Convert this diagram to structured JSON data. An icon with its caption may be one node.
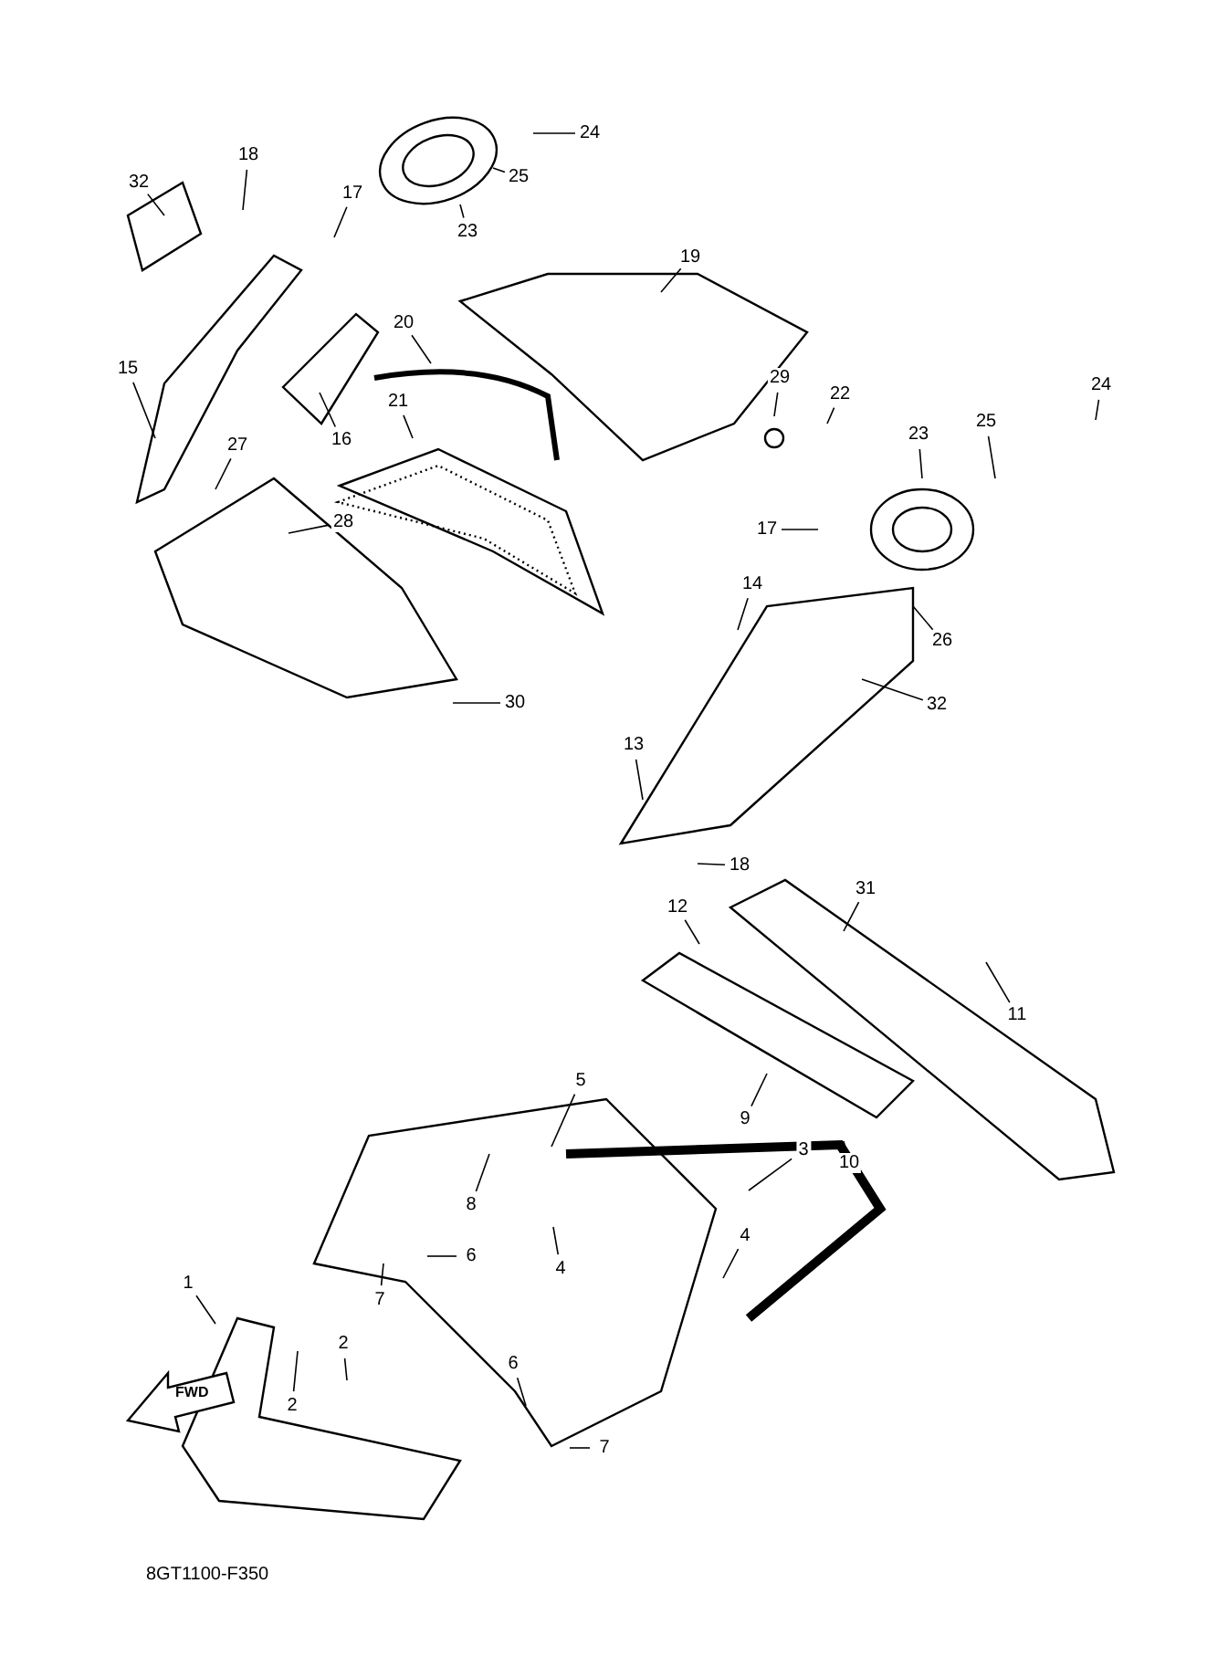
{
  "diagram": {
    "nodes": [
      {
        "text": [
          "24"
        ]
      },
      {
        "text": [
          "18"
        ]
      },
      {
        "text": [
          "25"
        ]
      },
      {
        "text": [
          "32"
        ]
      },
      {
        "text": [
          "17"
        ]
      },
      {
        "text": [
          "23"
        ]
      },
      {
        "text": [
          "19"
        ]
      },
      {
        "text": [
          "20"
        ]
      },
      {
        "text": [
          "15"
        ]
      },
      {
        "text": [
          "29"
        ]
      },
      {
        "text": [
          "24"
        ]
      },
      {
        "text": [
          "22"
        ]
      },
      {
        "text": [
          "21"
        ]
      },
      {
        "text": [
          "25"
        ]
      },
      {
        "text": [
          "23"
        ]
      },
      {
        "text": [
          "16"
        ]
      },
      {
        "text": [
          "27"
        ]
      },
      {
        "text": [
          "28"
        ]
      },
      {
        "text": [
          "17"
        ]
      },
      {
        "text": [
          "14"
        ]
      },
      {
        "text": [
          "26"
        ]
      },
      {
        "text": [
          "30"
        ]
      },
      {
        "text": [
          "32"
        ]
      },
      {
        "text": [
          "13"
        ]
      },
      {
        "text": [
          "18"
        ]
      },
      {
        "text": [
          "31"
        ]
      },
      {
        "text": [
          "12"
        ]
      },
      {
        "text": [
          "11"
        ]
      },
      {
        "text": [
          "5"
        ]
      },
      {
        "text": [
          "9"
        ]
      },
      {
        "text": [
          "3"
        ]
      },
      {
        "text": [
          "10"
        ]
      },
      {
        "text": [
          "8"
        ]
      },
      {
        "text": [
          "6"
        ]
      },
      {
        "text": [
          "4"
        ]
      },
      {
        "text": [
          "4"
        ]
      },
      {
        "text": [
          "1"
        ]
      },
      {
        "text": [
          "7"
        ]
      },
      {
        "text": [
          "2"
        ]
      },
      {
        "text": [
          "6"
        ]
      },
      {
        "text": [
          "2"
        ]
      },
      {
        "text": [
          "7"
        ]
      }
    ],
    "edges": [
      {
        "from": 0,
        "to": null,
        "arrow": "none"
      },
      {
        "from": 1,
        "to": null,
        "arrow": "none"
      },
      {
        "from": 2,
        "to": null,
        "arrow": "none"
      },
      {
        "from": 3,
        "to": null,
        "arrow": "none"
      },
      {
        "from": 4,
        "to": null,
        "arrow": "none"
      },
      {
        "from": 5,
        "to": null,
        "arrow": "none"
      },
      {
        "from": 6,
        "to": null,
        "arrow": "none"
      },
      {
        "from": 7,
        "to": null,
        "arrow": "none"
      },
      {
        "from": 8,
        "to": null,
        "arrow": "none"
      },
      {
        "from": 9,
        "to": null,
        "arrow": "none"
      },
      {
        "from": 10,
        "to": null,
        "arrow": "none"
      },
      {
        "from": 11,
        "to": null,
        "arrow": "none"
      },
      {
        "from": 12,
        "to": null,
        "arrow": "none"
      },
      {
        "from": 13,
        "to": null,
        "arrow": "none"
      },
      {
        "from": 14,
        "to": null,
        "arrow": "none"
      },
      {
        "from": 15,
        "to": null,
        "arrow": "none"
      },
      {
        "from": 16,
        "to": null,
        "arrow": "none"
      },
      {
        "from": 17,
        "to": null,
        "arrow": "none"
      },
      {
        "from": 18,
        "to": null,
        "arrow": "none"
      },
      {
        "from": 19,
        "to": null,
        "arrow": "none"
      },
      {
        "from": 20,
        "to": null,
        "arrow": "none"
      },
      {
        "from": 21,
        "to": null,
        "arrow": "none"
      },
      {
        "from": 22,
        "to": null,
        "arrow": "none"
      },
      {
        "from": 23,
        "to": null,
        "arrow": "none"
      },
      {
        "from": 24,
        "to": null,
        "arrow": "none"
      },
      {
        "from": 25,
        "to": null,
        "arrow": "none"
      },
      {
        "from": 26,
        "to": null,
        "arrow": "none"
      },
      {
        "from": 27,
        "to": null,
        "arrow": "none"
      },
      {
        "from": 28,
        "to": null,
        "arrow": "none"
      },
      {
        "from": 29,
        "to": null,
        "arrow": "none"
      },
      {
        "from": 30,
        "to": null,
        "arrow": "none"
      },
      {
        "from": 31,
        "to": null,
        "arrow": "none"
      },
      {
        "from": 32,
        "to": null,
        "arrow": "none"
      },
      {
        "from": 33,
        "to": null,
        "arrow": "none"
      },
      {
        "from": 34,
        "to": null,
        "arrow": "none"
      },
      {
        "from": 35,
        "to": null,
        "arrow": "none"
      },
      {
        "from": 36,
        "to": null,
        "arrow": "none"
      },
      {
        "from": 37,
        "to": null,
        "arrow": "none"
      },
      {
        "from": 38,
        "to": null,
        "arrow": "none"
      },
      {
        "from": 39,
        "to": null,
        "arrow": "none"
      },
      {
        "from": 40,
        "to": null,
        "arrow": "none"
      },
      {
        "from": 41,
        "to": null,
        "arrow": "none"
      }
    ],
    "labels": [
      "FWD",
      "8GT1100-F350"
    ]
  }
}
